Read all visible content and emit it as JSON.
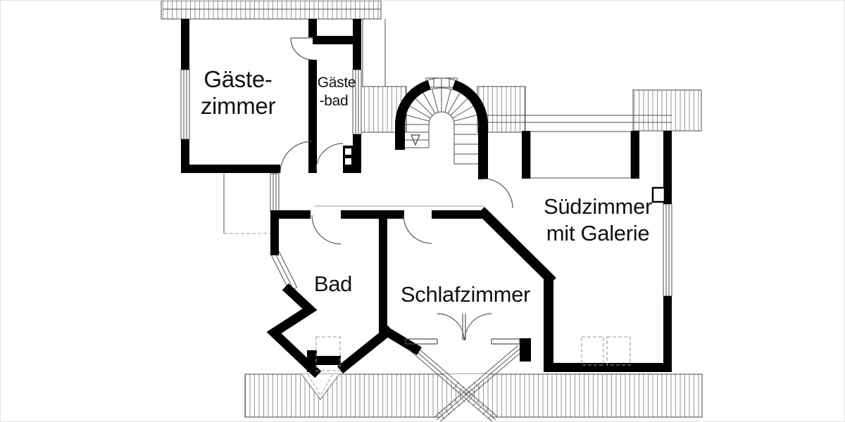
{
  "canvas": {
    "background": "#ffffff",
    "frame_color": "#e2e2e2"
  },
  "palette": {
    "wall": "#000000",
    "thin_line": "#4d4d4d",
    "hatch": "#8a8a8a",
    "dashed": "#9a9a9a",
    "text": "#111111"
  },
  "plan_type": "floor-plan",
  "labels": {
    "gaestezimmer": {
      "line1": "Gäste-",
      "line2": "zimmer"
    },
    "gaestebad": {
      "line1": "Gäste",
      "line2": "-bad"
    },
    "bad": {
      "line1": "Bad"
    },
    "schlafzimmer": {
      "line1": "Schlafzimmer"
    },
    "suedzimmer": {
      "line1": "Südzimmer",
      "line2": "mit Galerie"
    }
  }
}
